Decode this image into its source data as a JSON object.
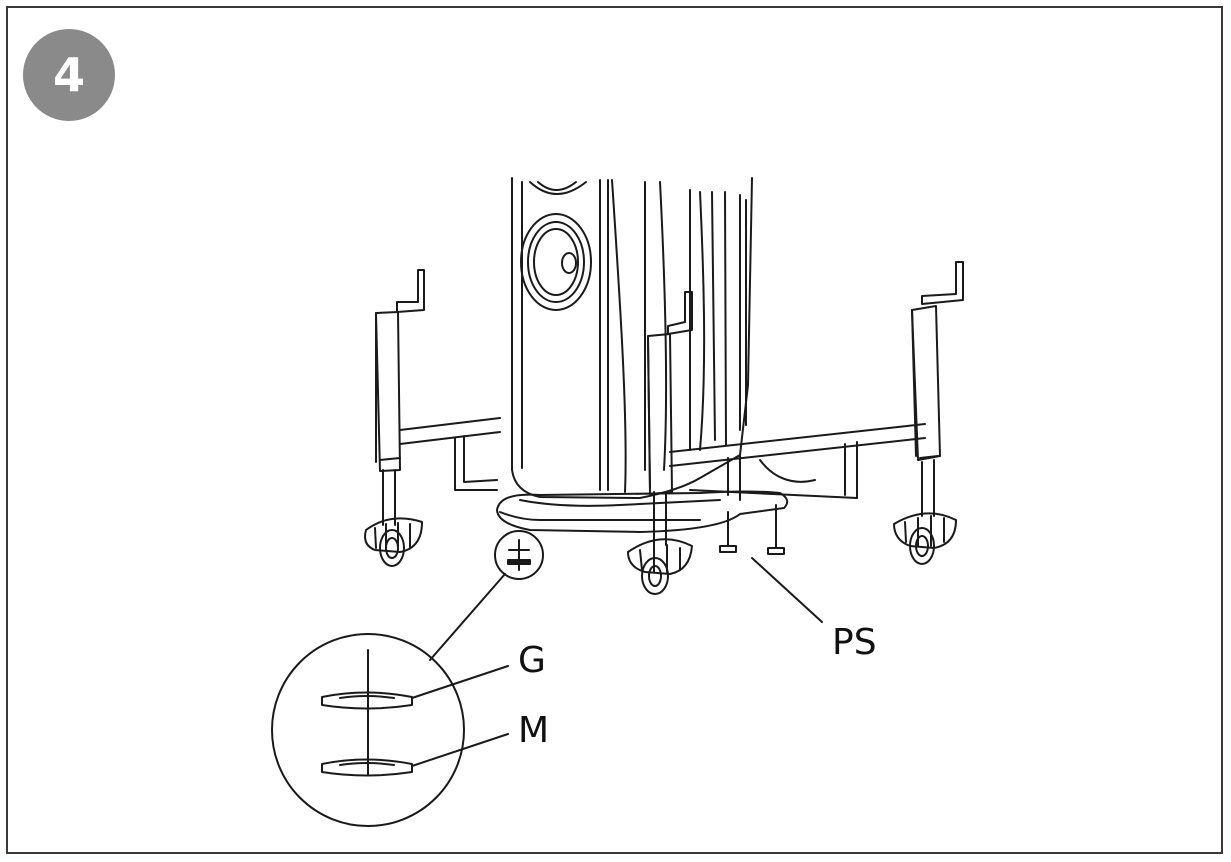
{
  "step": {
    "number": "4"
  },
  "callouts": {
    "g": "G",
    "m": "M",
    "ps": "PS"
  },
  "colors": {
    "badge": "#8a8a8a",
    "line": "#1a1a1a",
    "frame": "#3a3a3a"
  }
}
